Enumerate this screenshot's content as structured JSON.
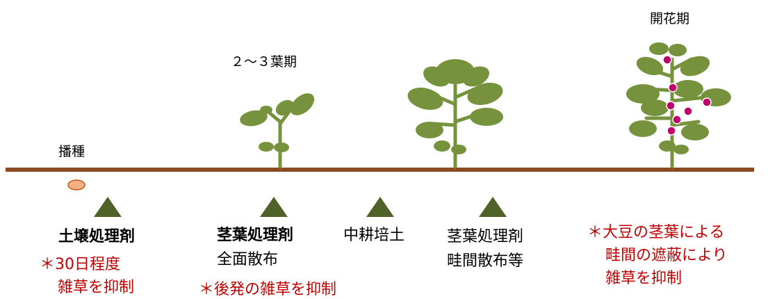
{
  "colors": {
    "soil": "#8b4a1f",
    "leaf": "#76923c",
    "stem": "#76923c",
    "marker": "#4f6228",
    "seed_fill": "#f4b183",
    "seed_stroke": "#c55a11",
    "flower": "#c0006a",
    "note": "#c00000"
  },
  "stage_labels": {
    "sowing": "播種",
    "two_three_leaf": "２～３葉期",
    "flowering": "開花期"
  },
  "treatments": [
    {
      "id": "soil",
      "title": "土壌処理剤",
      "subtitle": "",
      "note_lines": [
        "＊30日程度",
        "雑草を抑制"
      ]
    },
    {
      "id": "foliar-full",
      "title": "茎葉処理剤",
      "subtitle": "全面散布",
      "note_lines": [
        "＊後発の雑草を抑制"
      ]
    },
    {
      "id": "cultivation",
      "title": "中耕培土",
      "subtitle": "",
      "note_lines": []
    },
    {
      "id": "foliar-row",
      "title": "茎葉処理剤",
      "subtitle": "畦間散布等",
      "note_lines": []
    },
    {
      "id": "canopy",
      "title": "",
      "subtitle": "",
      "note_lines": [
        "＊大豆の茎葉による",
        "畦間の遮蔽により",
        "雑草を抑制"
      ]
    }
  ],
  "icons": {
    "seed": "seed-icon",
    "marker": "triangle-marker-icon",
    "plants": [
      "seedling-icon",
      "young-plant-icon",
      "flowering-plant-icon"
    ]
  }
}
